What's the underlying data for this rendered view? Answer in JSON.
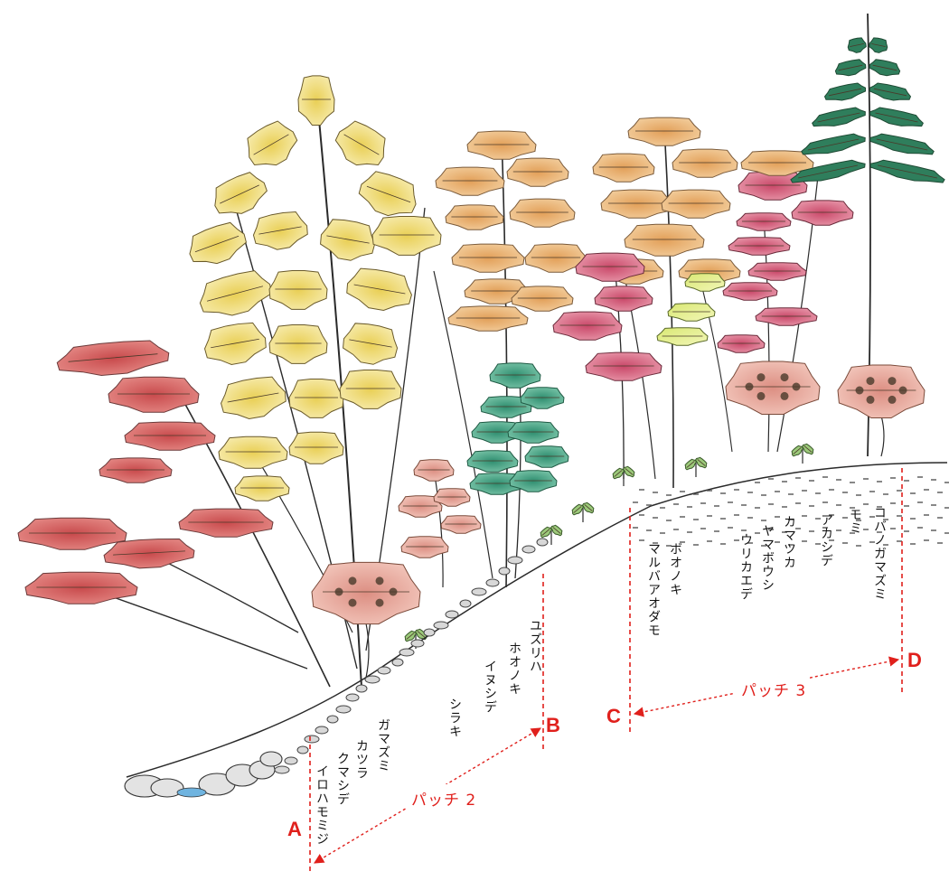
{
  "colors": {
    "annotation_red": "#e0201c",
    "outline": "#2a2a2a",
    "red_foliage": "#d9595a",
    "yellow_foliage": "#f0dc7a",
    "orange_foliage": "#eab67a",
    "pink_foliage": "#d4607a",
    "teal_foliage": "#3e9f80",
    "fir_green": "#2f7e5c",
    "shrub_pink": "#e7a79a",
    "stream_blue": "#6fb4e0"
  },
  "points": {
    "A": "A",
    "B": "B",
    "C": "C",
    "D": "D"
  },
  "patches": {
    "patch2": "パッチ 2",
    "patch3": "パッチ 3"
  },
  "species": {
    "patch_a": [
      "ガマズミ",
      "カツラ",
      "クマシデ",
      "イロハモミジ"
    ],
    "patch_b": [
      "ユズリハ",
      "ホオノキ",
      "イヌシデ",
      "シラキ"
    ],
    "patch_c": [
      "ボオノキ",
      "マルバアオダモ",
      "ウリカエデ",
      "ヤマボウシ",
      "カマツカ",
      "アカシデ",
      "モミ",
      "コバノガマズミ"
    ]
  }
}
